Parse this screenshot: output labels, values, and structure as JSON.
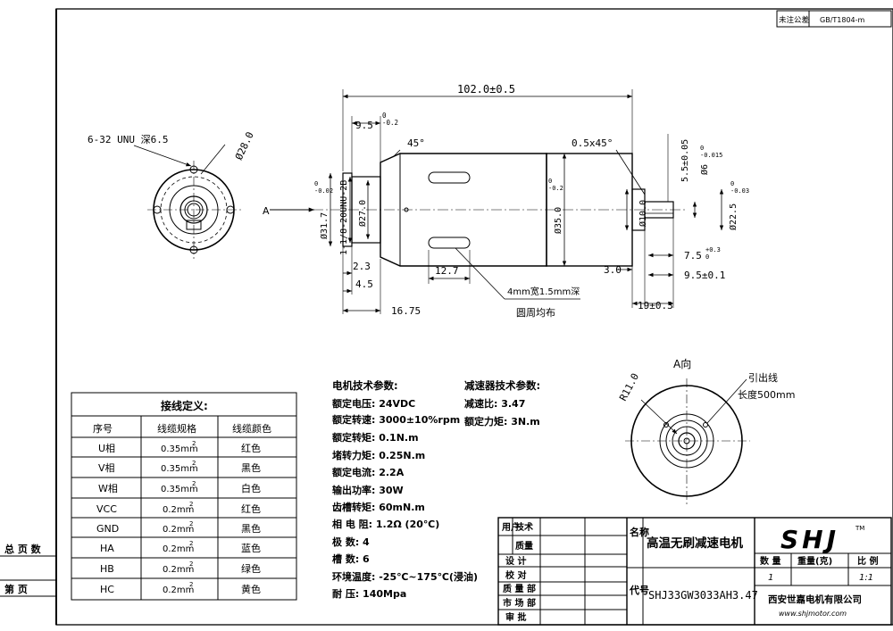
{
  "header": {
    "standard_label": "未注公差",
    "standard_value": "GB/T1804-m"
  },
  "dims": {
    "overall_length": "102.0±0.5",
    "flange_thickness": "9.5",
    "flange_tol": "0\n-0.2",
    "chamfer_left": "45°",
    "chamfer_right": "0.5x45°",
    "thread_hole": "6-32 UNU 深6.5",
    "bolt_circle": "Ø28.0",
    "pilot_dia": "Ø31.7",
    "pilot_tol": "0\n-0.02",
    "flange_thread": "1-1/8-20UNU-2B",
    "neck_dia": "Ø27.0",
    "body_dia": "Ø35.0",
    "body_tol": "0\n-0.2",
    "boss_dia": "Ø10.0",
    "shaft_dia": "Ø6",
    "shaft_tol": "0\n-0.015",
    "flat_height": "5.5±0.05",
    "shaft_tip_dia": "Ø22.5",
    "shaft_tip_tol": "0\n-0.03",
    "key_length": "7.5",
    "key_tol": "+0.3\n0",
    "shaft_flat": "9.5±0.1",
    "dim_2_3": "2.3",
    "dim_4_5": "4.5",
    "dim_16_75": "16.75",
    "dim_12_7": "12.7",
    "dim_3_0": "3.0",
    "dim_19": "19±0.3",
    "view_label_a": "A",
    "slot_note_1": "4mm宽1.5mm深",
    "slot_note_2": "圆周均布",
    "view_a_title": "A向",
    "radius_label": "R11.0",
    "lead_note_1": "引出线",
    "lead_note_2": "长度500mm"
  },
  "wiring": {
    "title": "接线定义:",
    "headers": [
      "序号",
      "线缆规格",
      "线缆颜色"
    ],
    "rows": [
      [
        "U相",
        "0.35mm",
        "红色"
      ],
      [
        "V相",
        "0.35mm",
        "黑色"
      ],
      [
        "W相",
        "0.35mm",
        "白色"
      ],
      [
        "VCC",
        "0.2mm",
        "红色"
      ],
      [
        "GND",
        "0.2mm",
        "黑色"
      ],
      [
        "HA",
        "0.2mm",
        "蓝色"
      ],
      [
        "HB",
        "0.2mm",
        "绿色"
      ],
      [
        "HC",
        "0.2mm",
        "黄色"
      ]
    ],
    "superscript": "2"
  },
  "motor_specs": {
    "title": "电机技术参数:",
    "items": [
      "额定电压: 24VDC",
      "额定转速: 3000±10%rpm",
      "额定转矩: 0.1N.m",
      "堵转力矩: 0.25N.m",
      "额定电流: 2.2A",
      "输出功率: 30W",
      "齿槽转矩: 60mN.m",
      "相 电 阻: 1.2Ω (20℃)",
      "极    数: 4",
      "槽    数: 6",
      "环境温度: -25℃~175℃(浸油)",
      "耐    压: 140Mpa"
    ]
  },
  "gear_specs": {
    "title": "减速器技术参数:",
    "items": [
      "减速比: 3.47",
      "额定力矩: 3N.m"
    ]
  },
  "side_labels": {
    "total_pages": "总 页 数",
    "page_no": "第    页"
  },
  "title_block": {
    "user_label": "用户",
    "tech": "技术",
    "quality": "质量",
    "design": "设  计",
    "check": "校  对",
    "qa_dept": "质 量 部",
    "market_dept": "市 场 部",
    "approve": "审  批",
    "name_label": "名称",
    "code_label": "代号",
    "product_name": "高温无刷减速电机",
    "product_code": "SHJ33GW3033AH3.47",
    "logo": "SHJ",
    "tm": "TM",
    "qty_label": "数 量",
    "weight_label": "重量(克)",
    "scale_label": "比 例",
    "qty_value": "1",
    "scale_value": "1:1",
    "company": "西安世嘉电机有限公司",
    "website": "www.shjmotor.com"
  }
}
